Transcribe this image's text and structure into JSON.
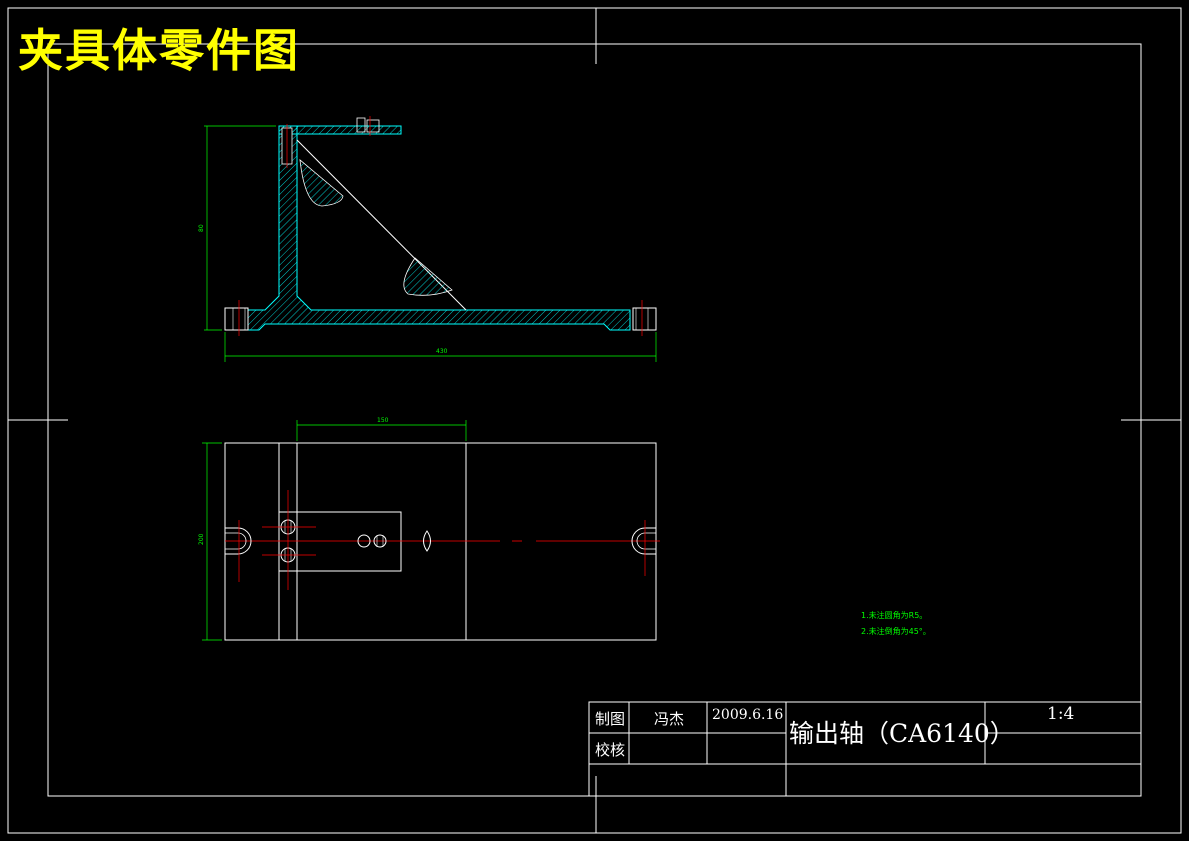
{
  "drawing": {
    "banner_title": "夹具体零件图"
  },
  "title_block": {
    "drawn_label": "制图",
    "drawn_by": "冯杰",
    "date": "2009.6.16",
    "checked_label": "校核",
    "part_name": "输出轴（CA6140）",
    "scale": "1:4"
  },
  "notes": [
    "1.未注圆角为R5。",
    "2.未注倒角为45°。"
  ],
  "dimensions": {
    "height": "80",
    "width": "430",
    "slot_span": "150",
    "plate_width": "200"
  },
  "colors": {
    "frame": "#ffffff",
    "part_outline": "#00ffff",
    "dimension": "#00ff00",
    "centerline": "#ff0000",
    "title": "#ffff00"
  }
}
